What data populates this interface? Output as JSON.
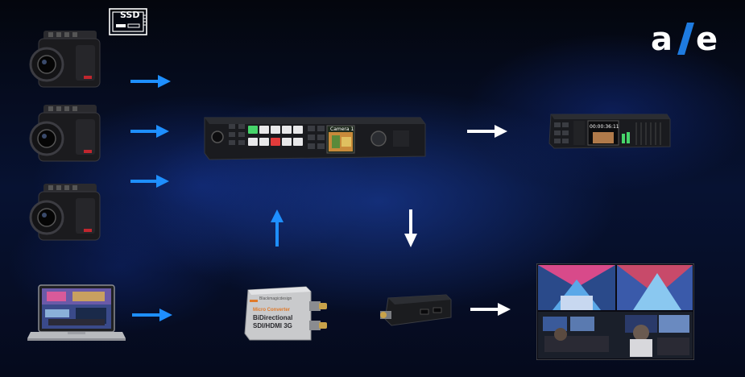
{
  "logo": {
    "text": "a/e",
    "accent": "#1e7be0"
  },
  "ssd_label": "SSD",
  "switcher": {
    "screen_label": "Camera 1"
  },
  "recorder": {
    "timecode": "00:00:36:11"
  },
  "converter": {
    "brand": "Blackmagicdesign",
    "line1": "Micro Converter",
    "line2": "BiDirectional",
    "line3": "SDI/HDMI 3G"
  },
  "colors": {
    "input_arrows": "#1e8fff",
    "output_arrows": "#ffffff"
  }
}
